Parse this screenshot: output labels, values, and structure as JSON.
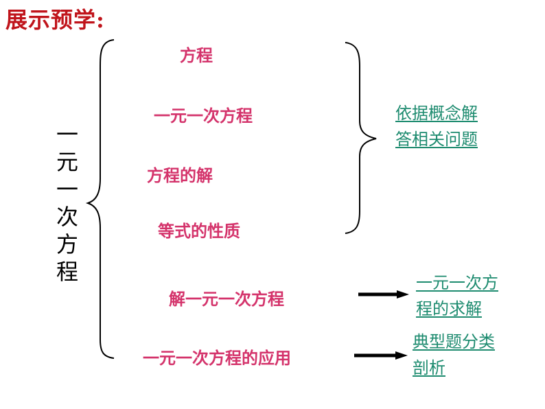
{
  "title": "展示预学:",
  "root_label": "一元一次方程",
  "group1": {
    "items": [
      "方程",
      "一元一次方程",
      "方程的解",
      "等式的性质"
    ],
    "target": [
      "依据概念解",
      "答相关问题"
    ]
  },
  "solve": {
    "label": "解一元一次方程",
    "target": [
      "一元一次方",
      "程的求解"
    ]
  },
  "apply": {
    "label": "一元一次方程的应用",
    "target": [
      "典型题分类",
      "剖析"
    ]
  },
  "colors": {
    "title": "#c0141b",
    "items": "#d4336b",
    "links": "#1d8b6f",
    "lines": "#000000"
  }
}
